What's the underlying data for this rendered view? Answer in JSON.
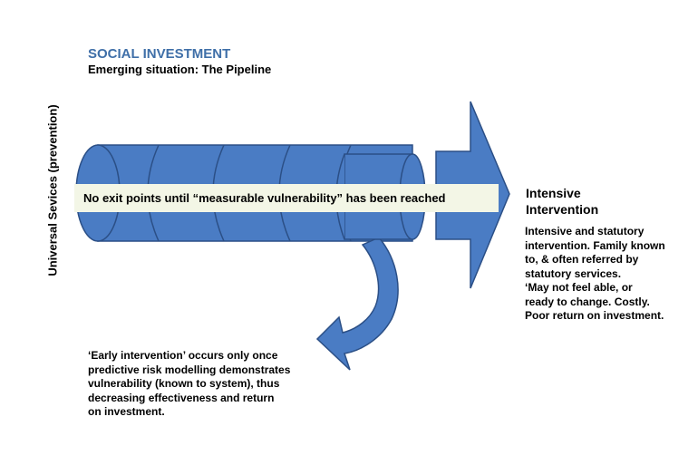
{
  "header": {
    "title": "SOCIAL INVESTMENT",
    "subtitle": "Emerging situation: The Pipeline"
  },
  "side_label": "Universal Sevices (prevention)",
  "banner": "No exit points until “measurable vulnerability” has been reached",
  "intensive": {
    "title": "Intensive\nIntervention",
    "body": "Intensive and statutory\nintervention. Family known\nto, & often referred by\nstatutory services.\n‘May not feel able, or\nready to change. Costly.\nPoor return on investment."
  },
  "early": {
    "body": "‘Early intervention’ occurs only once\npredictive risk modelling demonstrates\nvulnerability (known to system), thus\ndecreasing effectiveness and return\non investment."
  },
  "colors": {
    "pipe_fill": "#4a7cc4",
    "pipe_stroke": "#2b4f86",
    "title_color": "#3f6fa8",
    "banner_fill": "#f3f6e6"
  }
}
